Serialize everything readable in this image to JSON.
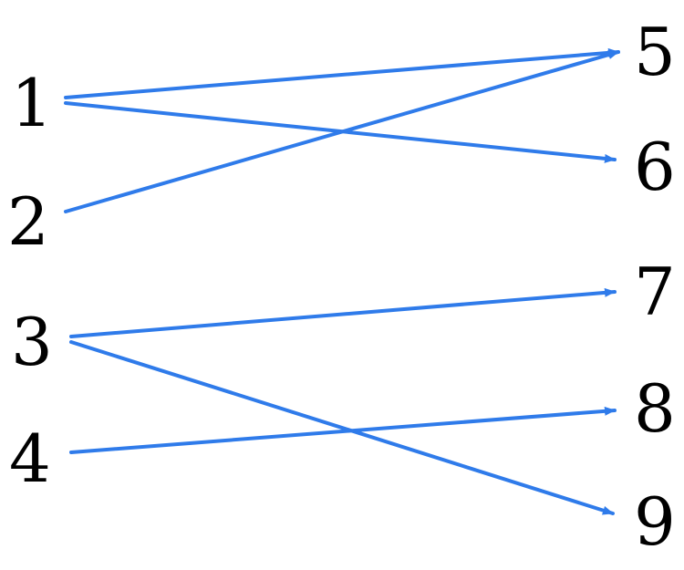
{
  "diagram": {
    "edge_color": "#2f7bea",
    "text_color": "#000000",
    "left_nodes": [
      {
        "id": "1",
        "label": "1"
      },
      {
        "id": "2",
        "label": "2"
      },
      {
        "id": "3",
        "label": "3"
      },
      {
        "id": "4",
        "label": "4"
      }
    ],
    "right_nodes": [
      {
        "id": "5",
        "label": "5"
      },
      {
        "id": "6",
        "label": "6"
      },
      {
        "id": "7",
        "label": "7"
      },
      {
        "id": "8",
        "label": "8"
      },
      {
        "id": "9",
        "label": "9"
      }
    ],
    "edges": [
      {
        "from": "1",
        "to": "5"
      },
      {
        "from": "1",
        "to": "6"
      },
      {
        "from": "2",
        "to": "5"
      },
      {
        "from": "3",
        "to": "7"
      },
      {
        "from": "3",
        "to": "9"
      },
      {
        "from": "4",
        "to": "8"
      }
    ]
  }
}
